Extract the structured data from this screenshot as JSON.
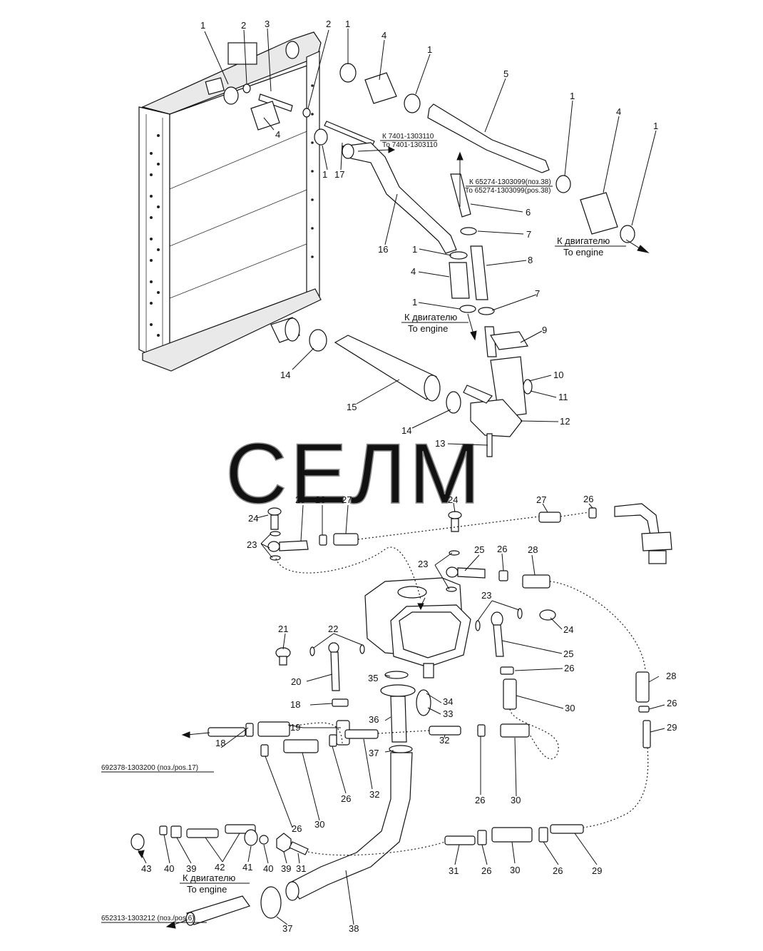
{
  "watermark": "СЕЛМ",
  "refs": {
    "r1": "К 7401-1303110",
    "r2": "То 7401-1303110",
    "r3": "К 65274-1303099(поз.38)",
    "r4": "То 65274-1303099(pos.38)",
    "r5": "692378-1303200 (поз./pos.17)",
    "r6": "652313-1303212 (поз./pos.6)"
  },
  "destinations": {
    "a_ru": "К двигателю",
    "a_en": "To engine",
    "b_ru": "К двигателю",
    "b_en": "To engine",
    "c_ru": "К двигателю",
    "c_en": "To engine"
  },
  "labels": {
    "l1": "1",
    "l2": "2",
    "l3": "3",
    "l4": "2",
    "l5": "1",
    "l6": "4",
    "l7": "1",
    "l8": "5",
    "l9": "1",
    "l10": "4",
    "l11": "1",
    "l12": "4",
    "l13": "1",
    "l14": "17",
    "l15": "6",
    "l16": "7",
    "l17": "16",
    "l18": "1",
    "l19": "8",
    "l20": "4",
    "l21": "1",
    "l22": "7",
    "l23": "9",
    "l24": "10",
    "l25": "11",
    "l26": "12",
    "l27": "14",
    "l28": "15",
    "l29": "14",
    "l30": "13",
    "l31": "25",
    "l32": "26",
    "l33": "27",
    "l34": "24",
    "l35": "27",
    "l36": "26",
    "l37": "24",
    "l38": "23",
    "l39": "23",
    "l40": "25",
    "l41": "26",
    "l42": "28",
    "l43": "23",
    "l44": "24",
    "l45": "25",
    "l46": "26",
    "l47": "21",
    "l48": "22",
    "l49": "20",
    "l50": "35",
    "l51": "34",
    "l52": "33",
    "l53": "36",
    "l54": "18",
    "l55": "30",
    "l56": "28",
    "l57": "26",
    "l58": "29",
    "l59": "19",
    "l60": "37",
    "l61": "18",
    "l62": "32",
    "l63": "26",
    "l64": "30",
    "l65": "30",
    "l66": "26",
    "l67": "32",
    "l68": "26",
    "l69": "43",
    "l70": "40",
    "l71": "39",
    "l72": "42",
    "l73": "41",
    "l74": "40",
    "l75": "39",
    "l76": "31",
    "l77": "31",
    "l78": "26",
    "l79": "30",
    "l80": "26",
    "l81": "29",
    "l82": "37",
    "l83": "38"
  }
}
